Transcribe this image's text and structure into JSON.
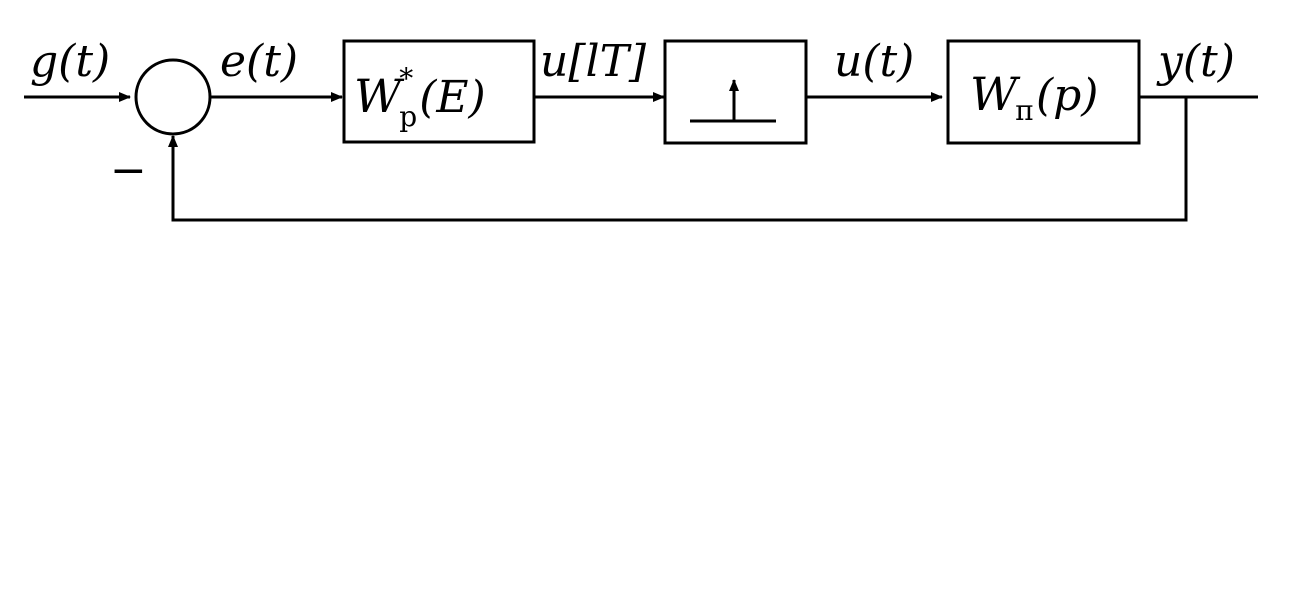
{
  "signals": {
    "input": "g(t)",
    "error": "e(t)",
    "discrete_control": "u[lT]",
    "control": "u(t)",
    "output": "y(t)",
    "feedback_sign": "−"
  },
  "blocks": {
    "controller": {
      "main": "W",
      "sup": "*",
      "sub": "р",
      "arg": "(E)"
    },
    "hold": {
      "symbol": "hold-impulse-icon"
    },
    "plant": {
      "main": "W",
      "sub": "п",
      "arg": "(p)"
    }
  },
  "colors": {
    "stroke": "#000000",
    "background": "#ffffff"
  }
}
